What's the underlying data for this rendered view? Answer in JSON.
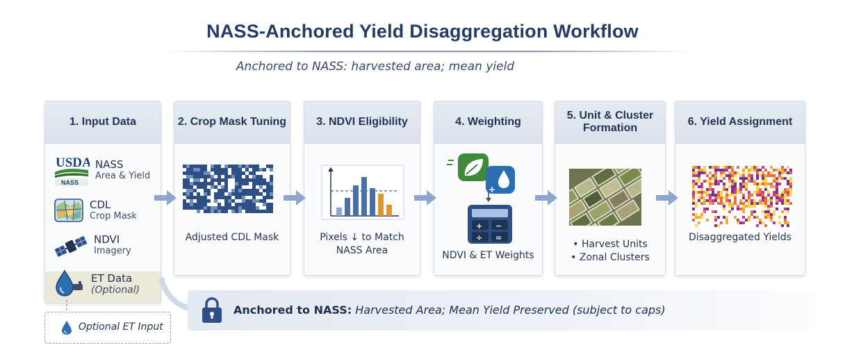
{
  "header": {
    "title": "NASS-Anchored Yield Disaggregation Workflow",
    "subtitle": "Anchored to NASS: harvested area; mean yield"
  },
  "steps": [
    {
      "label": "1. Input Data",
      "inputs": [
        {
          "name": "NASS",
          "detail": "Area & Yield",
          "icon": "usda-logo",
          "logo_text": [
            "USDA",
            "NASS"
          ]
        },
        {
          "name": "CDL",
          "detail": "Crop Mask",
          "icon": "cdl-map-icon"
        },
        {
          "name": "NDVI",
          "detail": "Imagery",
          "icon": "satellite-icon"
        },
        {
          "name": "ET Data",
          "detail": "(Optional)",
          "icon": "water-drop-faucet-icon"
        }
      ]
    },
    {
      "label": "2. Crop Mask Tuning",
      "caption": "Adjusted CDL Mask",
      "icon": "crop-mask-mosaic"
    },
    {
      "label": "3. NDVI Eligibility",
      "caption_lines": [
        "Pixels ↓ to Match",
        "NASS Area"
      ],
      "icon": "bar-chart-threshold-icon"
    },
    {
      "label": "4. Weighting",
      "caption": "NDVI & ET Weights",
      "icon": "calculator-icon"
    },
    {
      "label_lines": [
        "5. Unit & Cluster",
        "Formation"
      ],
      "caption_lines": [
        "• Harvest Units",
        "• Zonal Clusters"
      ],
      "icon": "aerial-fields-icon"
    },
    {
      "label": "6. Yield Assignment",
      "caption": "Disaggregated Yields",
      "icon": "yield-heatmap"
    }
  ],
  "optional": {
    "label": "Optional ET Input",
    "icon": "water-drop-icon"
  },
  "banner": {
    "bold": "Anchored to NASS:",
    "italic": "Harvested Area; Mean Yield Preserved (subject to caps)",
    "icon": "lock-icon"
  },
  "colors": {
    "header_navy": "#243b63",
    "arrow": "#8fa6cc",
    "bar_blue": "#4a6fa5",
    "bar_orange": "#e0952e",
    "mask_blue": "#2e4f86"
  }
}
